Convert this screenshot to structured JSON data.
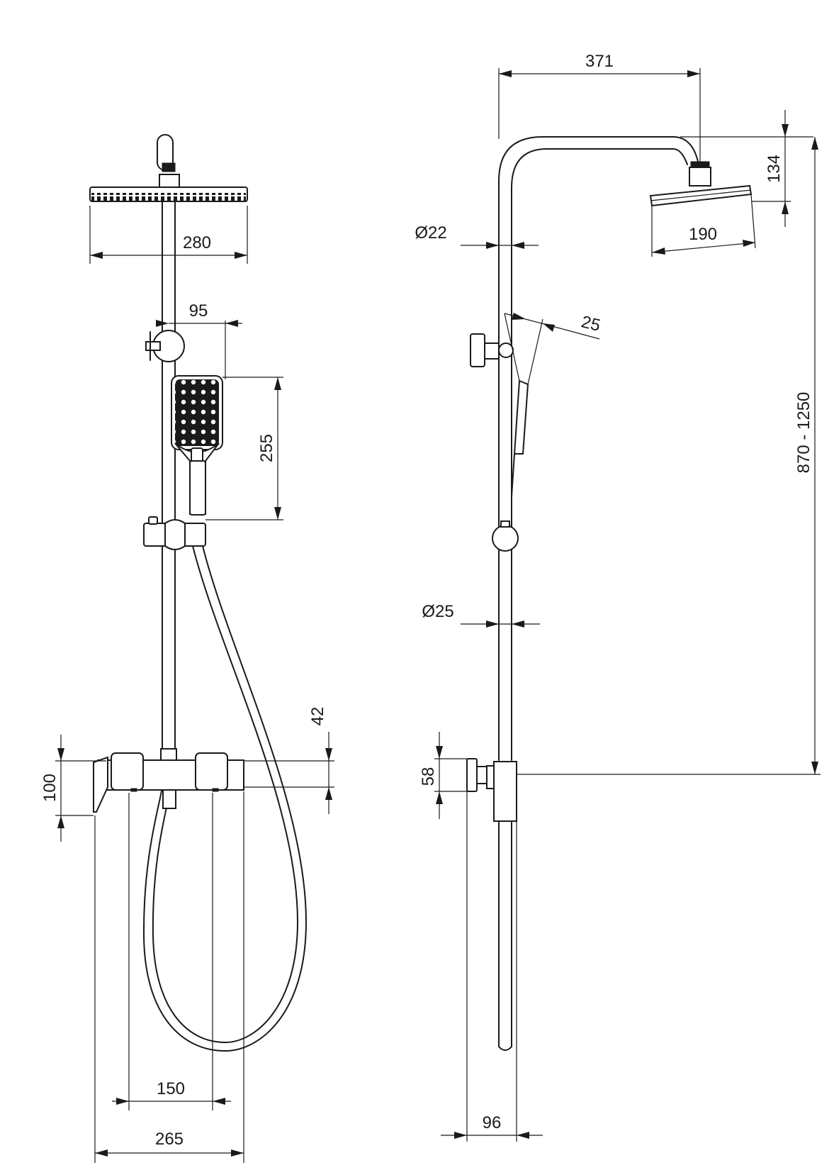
{
  "front_view": {
    "head_width": "280",
    "arm_offset": "95",
    "hand_shower_length": "255",
    "mixer_height": "100",
    "mixer_depth": "42",
    "inlet_spacing": "150",
    "mixer_width": "265"
  },
  "side_view": {
    "arm_length": "371",
    "head_drop": "134",
    "head_diameter": "190",
    "arm_tube_diameter": "Ø22",
    "hand_shower_width": "25",
    "height_range": "870 - 1250",
    "rail_diameter": "Ø25",
    "inlet_offset": "58",
    "wall_distance": "96"
  }
}
